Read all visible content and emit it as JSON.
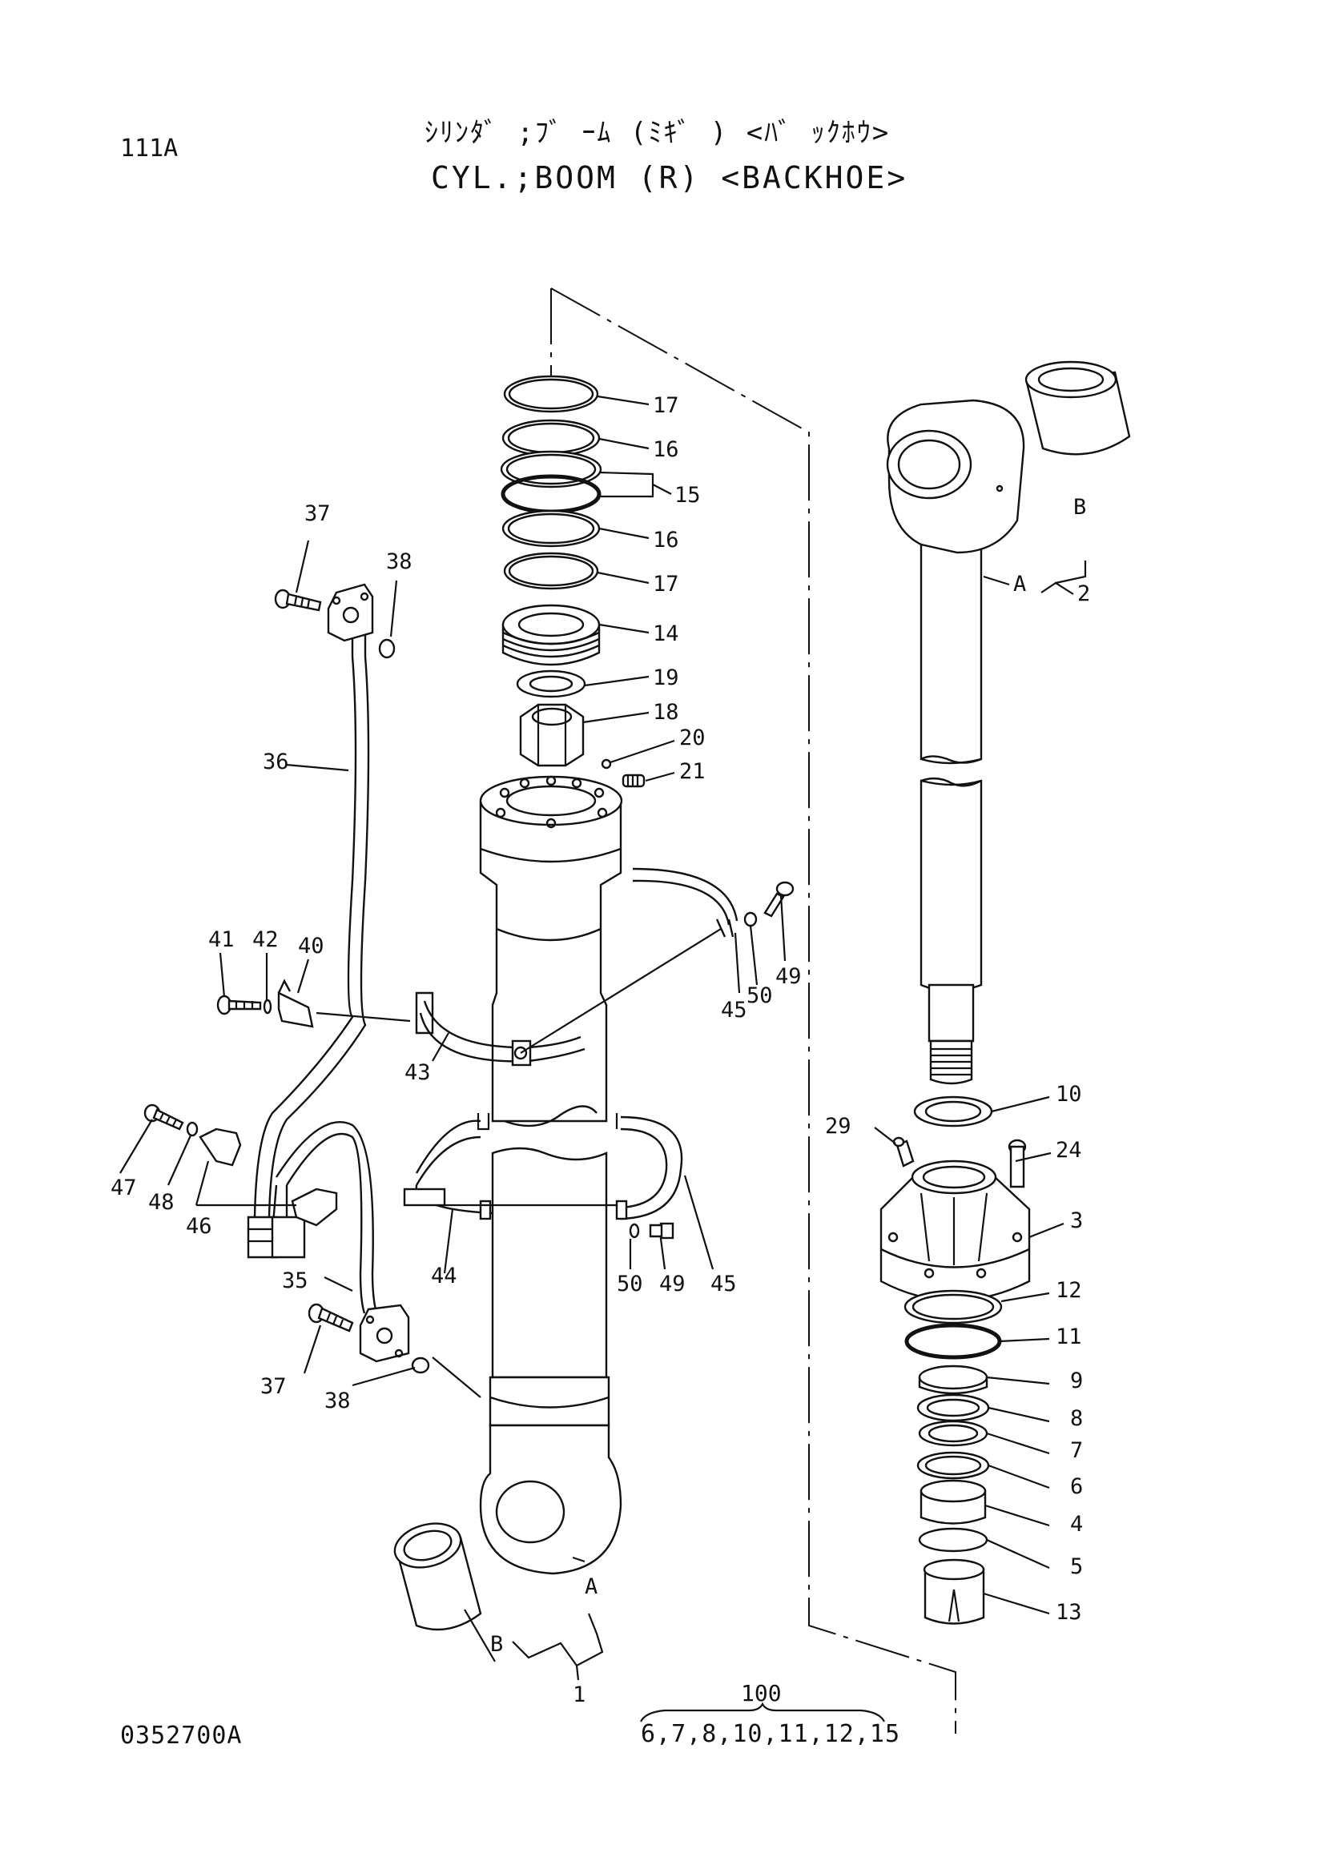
{
  "header": {
    "page_number": "111A",
    "title_jp": "ｼﾘﾝﾀﾞ ;ﾌﾞ ｰﾑ (ﾐｷﾞ ) <ﾊﾞ ｯｸﾎｳ>",
    "title_en": "CYL.;BOOM (R) <BACKHOE>"
  },
  "footer": {
    "drawing_code": "0352700A",
    "set_code": "100",
    "set_parts": "6,7,8,10,11,12,15"
  },
  "callouts": {
    "c1": "1",
    "c2": "2",
    "c3": "3",
    "c4": "4",
    "c5": "5",
    "c6": "6",
    "c7": "7",
    "c8": "8",
    "c9": "9",
    "c10": "10",
    "c11": "11",
    "c12": "12",
    "c13": "13",
    "c14": "14",
    "c15": "15",
    "c16a": "16",
    "c16b": "16",
    "c17a": "17",
    "c17b": "17",
    "c18": "18",
    "c19": "19",
    "c20": "20",
    "c21": "21",
    "c24": "24",
    "c29": "29",
    "c35": "35",
    "c36": "36",
    "c37a": "37",
    "c37b": "37",
    "c38a": "38",
    "c38b": "38",
    "c40": "40",
    "c41": "41",
    "c42": "42",
    "c43": "43",
    "c44": "44",
    "c45a": "45",
    "c45b": "45",
    "c46": "46",
    "c47": "47",
    "c48": "48",
    "c49a": "49",
    "c49b": "49",
    "c50a": "50",
    "c50b": "50",
    "cA1": "A",
    "cB1": "B",
    "cA2": "A",
    "cB2": "B"
  }
}
